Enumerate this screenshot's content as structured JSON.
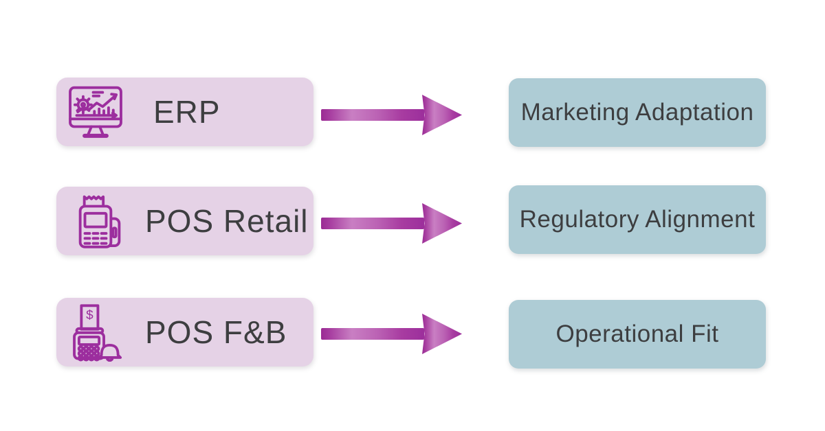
{
  "title": "System to evaluation-criteria mapping diagram",
  "colors": {
    "canvas_bg": "#ffffff",
    "left_box_bg": "#e5d2e6",
    "right_box_bg": "#aeccd5",
    "icon_stroke": "#9c2e9e",
    "text_color": "#3d3e40",
    "arrow_dark": "#9a2b94",
    "arrow_mid": "#c97fc3",
    "arrow_head": "#a83ca1"
  },
  "rows": [
    {
      "source": "ERP",
      "icon": "erp-monitor-gear-chart-icon",
      "target": "Marketing Adaptation"
    },
    {
      "source": "POS Retail",
      "icon": "pos-terminal-card-icon",
      "target": "Regulatory Alignment"
    },
    {
      "source": "POS F&B",
      "icon": "pos-terminal-bell-icon",
      "target": "Operational Fit"
    }
  ]
}
